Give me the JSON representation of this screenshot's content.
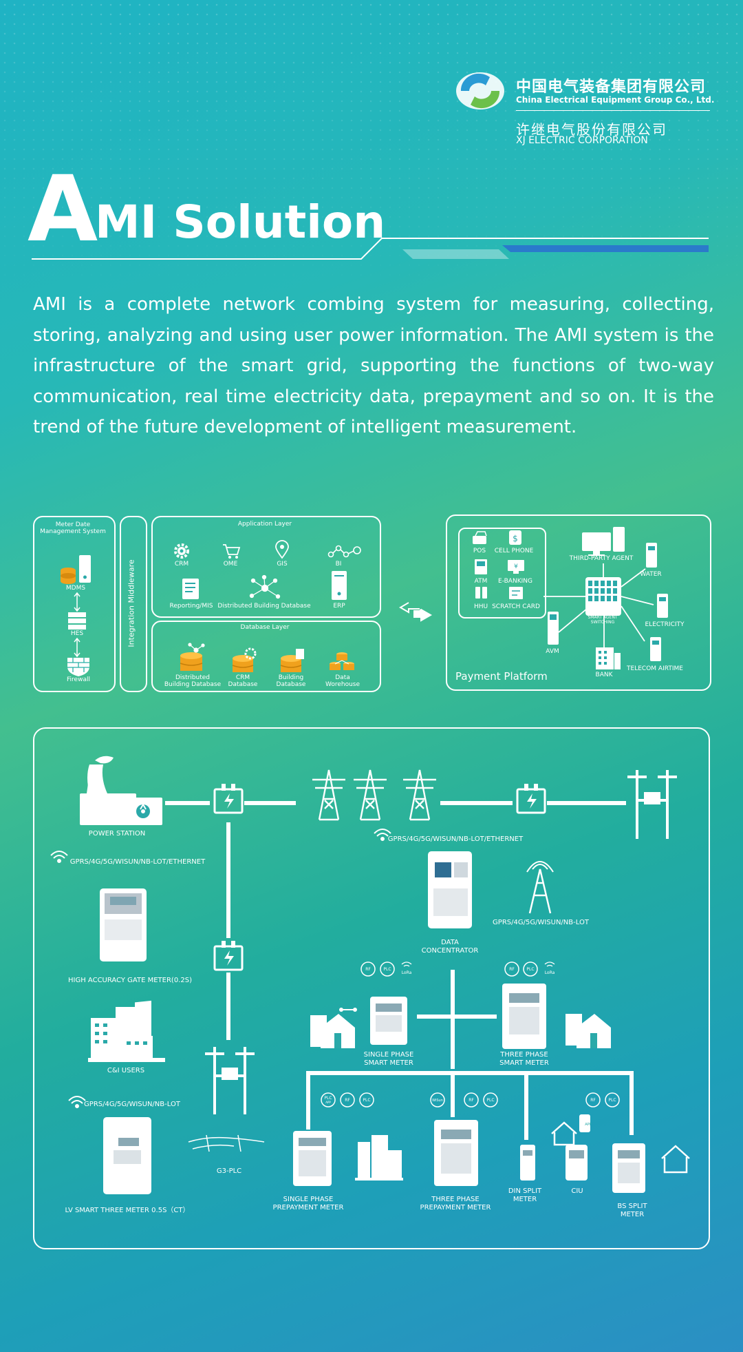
{
  "header": {
    "company_cn": "中国电气装备集团有限公司",
    "company_en": "China Electrical Equipment Group Co., Ltd.",
    "sub_cn": "许继电气股份有限公司",
    "sub_en": "XJ ELECTRIC CORPORATION"
  },
  "title": {
    "big_letter": "A",
    "rest": "MI Solution"
  },
  "description": "AMI is a complete network combing system for measuring, collecting, storing, analyzing and using user power information. The AMI system is the infrastructure of the smart grid, supporting the functions of two-way communication, real time electricity data, prepayment and so on. It is the trend of the future development of intelligent measurement.",
  "mdm": {
    "title": "Meter Date Management System",
    "mdms": "MDMS",
    "hes": "HES",
    "firewall": "Firewall"
  },
  "middleware": "Integration Middleware",
  "app_layer": {
    "title": "Application Layer",
    "items": [
      "CRM",
      "OME",
      "GIS",
      "BI",
      "Reporting/MIS",
      "Distributed Building Database",
      "ERP"
    ]
  },
  "db_layer": {
    "title": "Database Layer",
    "items": [
      "Distributed Building Database",
      "CRM Database",
      "Building Database",
      "Data Worehouse"
    ]
  },
  "payment": {
    "title": "Payment Platform",
    "channels": [
      "POS",
      "CELL PHONE",
      "ATM",
      "E-BANKING",
      "HHU",
      "SCRATCH CARD"
    ],
    "avm": "AVM",
    "hub": "SMART AGENT SWITCHING",
    "nodes": [
      "THIRD-PARTY AGENT",
      "WATER",
      "ELECTRICITY",
      "TELECOM AIRTIME",
      "BANK"
    ]
  },
  "network": {
    "power_station": "POWER STATION",
    "comm1": "GPRS/4G/5G/WISUN/NB-LOT/ETHERNET",
    "comm2": "GPRS/4G/5G/WISUN/NB-LOT/ETHERNET",
    "comm3": "GPRS/4G/5G/WISUN/NB-LOT",
    "comm4": "GPRS/4G/5G/WISUN/NB-LOT",
    "gate_meter": "HIGH ACCURACY GATE METER(0.2S)",
    "ci_users": "C&I  USERS",
    "lv_meter": "LV SMART THREE METER 0.5S（CT）",
    "g3plc": "G3-PLC",
    "concentrator": "DATA CONCENTRATOR",
    "single_phase_smart": "SINGLE PHASE SMART METER",
    "three_phase_smart": "THREE PHASE SMART METER",
    "single_phase_prepay": "SINGLE PHASE PREPAYMENT METER",
    "three_phase_prepay": "THREE PHASE PREPAYMENT METER",
    "din_split": "DIN SPLIT METER",
    "ciu": "CIU",
    "bs_split": "BS SPLIT METER",
    "badges": [
      "RF",
      "PLC",
      "LoRa",
      "PLC APP",
      "WiSun",
      "APP"
    ]
  },
  "colors": {
    "accent_orange": "#f0a11d",
    "line": "#ffffff"
  }
}
